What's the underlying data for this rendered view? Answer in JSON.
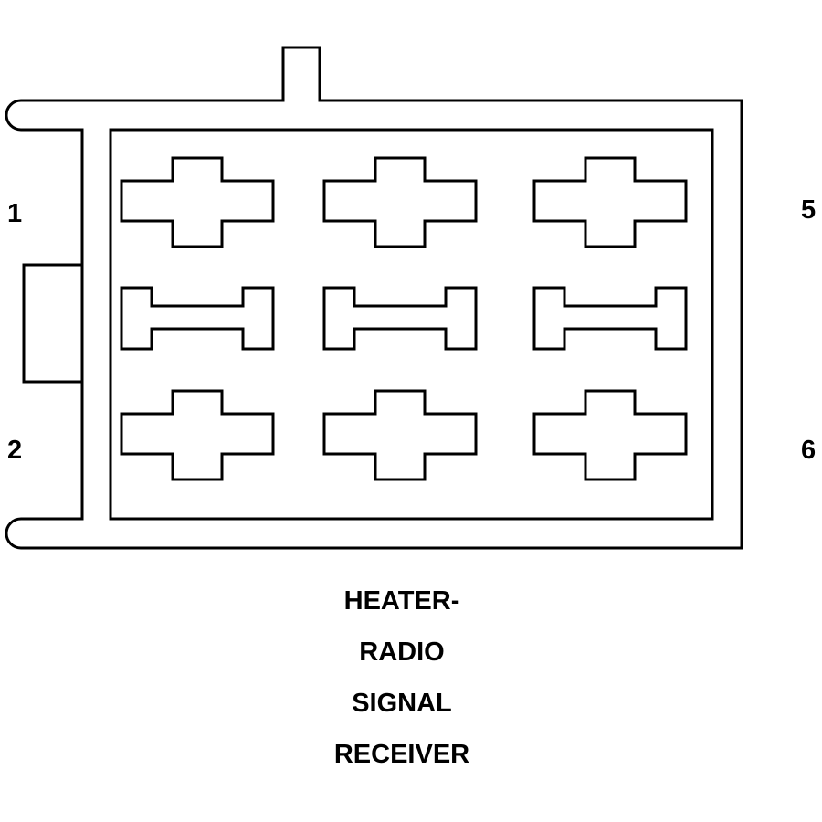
{
  "connector": {
    "pin_labels": {
      "top_left": "1",
      "bottom_left": "2",
      "top_right": "5",
      "bottom_right": "6"
    },
    "caption_lines": [
      "HEATER-",
      "RADIO",
      "SIGNAL",
      "RECEIVER"
    ],
    "cavities": [
      {
        "row": "top",
        "shape": "cross"
      },
      {
        "row": "middle",
        "shape": "dogbone"
      },
      {
        "row": "bottom",
        "shape": "cross"
      }
    ],
    "colors": {
      "stroke": "#000000",
      "background": "#ffffff"
    }
  }
}
